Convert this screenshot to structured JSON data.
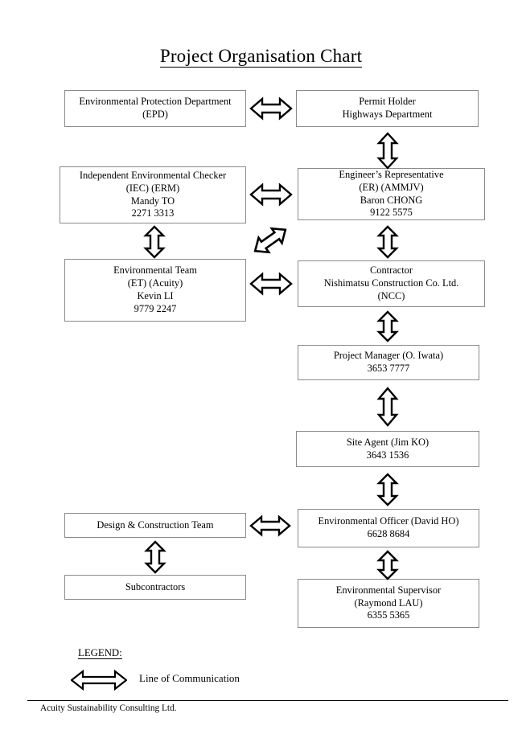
{
  "document": {
    "title": "Project Organisation Chart"
  },
  "nodes": {
    "epd": {
      "name": "environmental-protection-department",
      "lines": [
        "Environmental Protection Department",
        "(EPD)"
      ]
    },
    "permit_holder": {
      "name": "permit-holder",
      "lines": [
        "Permit Holder",
        "Highways Department"
      ]
    },
    "iec": {
      "name": "independent-environmental-checker",
      "lines": [
        "Independent Environmental Checker",
        "(IEC) (ERM)",
        "Mandy TO",
        "2271 3313"
      ]
    },
    "er": {
      "name": "engineers-representative",
      "lines": [
        "Engineer’s Representative",
        "(ER) (AMMJV)",
        "Baron CHONG",
        "9122 5575"
      ]
    },
    "et": {
      "name": "environmental-team",
      "lines": [
        "Environmental Team",
        "(ET) (Acuity)",
        "Kevin LI",
        "9779 2247"
      ]
    },
    "contractor": {
      "name": "contractor",
      "lines": [
        "Contractor",
        "Nishimatsu Construction Co. Ltd.",
        "(NCC)"
      ]
    },
    "project_manager": {
      "name": "project-manager",
      "lines": [
        "Project Manager (O. Iwata)",
        "3653 7777"
      ]
    },
    "site_agent": {
      "name": "site-agent",
      "lines": [
        "Site Agent (Jim KO)",
        "3643 1536"
      ]
    },
    "design_construction_team": {
      "name": "design-and-construction-team",
      "lines": [
        "Design & Construction Team"
      ]
    },
    "environmental_officer": {
      "name": "environmental-officer",
      "lines": [
        "Environmental Officer (David HO)",
        "6628 8684"
      ]
    },
    "subcontractors": {
      "name": "subcontractors",
      "lines": [
        "Subcontractors"
      ]
    },
    "environmental_supervisor": {
      "name": "environmental-supervisor",
      "lines": [
        "Environmental Supervisor",
        "(Raymond LAU)",
        "6355 5365"
      ]
    }
  },
  "connectors": [
    {
      "id": "epd-permit",
      "icon": "double-arrow-horizontal-icon",
      "from": "epd",
      "to": "permit_holder"
    },
    {
      "id": "permit-er",
      "icon": "double-arrow-vertical-icon",
      "from": "permit_holder",
      "to": "er"
    },
    {
      "id": "iec-er",
      "icon": "double-arrow-horizontal-icon",
      "from": "iec",
      "to": "er"
    },
    {
      "id": "iec-et",
      "icon": "double-arrow-vertical-icon",
      "from": "iec",
      "to": "et"
    },
    {
      "id": "iec-contractor",
      "icon": "double-arrow-diagonal-icon",
      "from": "iec",
      "to": "contractor"
    },
    {
      "id": "er-contractor",
      "icon": "double-arrow-vertical-icon",
      "from": "er",
      "to": "contractor"
    },
    {
      "id": "et-contractor",
      "icon": "double-arrow-horizontal-icon",
      "from": "et",
      "to": "contractor"
    },
    {
      "id": "contractor-pm",
      "icon": "double-arrow-vertical-icon",
      "from": "contractor",
      "to": "project_manager"
    },
    {
      "id": "pm-site-agent",
      "icon": "double-arrow-vertical-icon",
      "from": "project_manager",
      "to": "site_agent"
    },
    {
      "id": "site-agent-eo",
      "icon": "double-arrow-vertical-icon",
      "from": "site_agent",
      "to": "environmental_officer"
    },
    {
      "id": "dct-eo",
      "icon": "double-arrow-horizontal-icon",
      "from": "design_construction_team",
      "to": "environmental_officer"
    },
    {
      "id": "dct-subcontractors",
      "icon": "double-arrow-vertical-icon",
      "from": "design_construction_team",
      "to": "subcontractors"
    },
    {
      "id": "eo-es",
      "icon": "double-arrow-vertical-icon",
      "from": "environmental_officer",
      "to": "environmental_supervisor"
    }
  ],
  "legend": {
    "heading": "LEGEND:",
    "icon": "double-arrow-horizontal-icon",
    "label": "Line of Communication"
  },
  "footer": {
    "text": "Acuity Sustainability Consulting Ltd."
  },
  "colors": {
    "box_border": "#8a8a8a",
    "text": "#000000",
    "background": "#ffffff",
    "arrow_stroke": "#000000",
    "arrow_fill": "#ffffff"
  }
}
